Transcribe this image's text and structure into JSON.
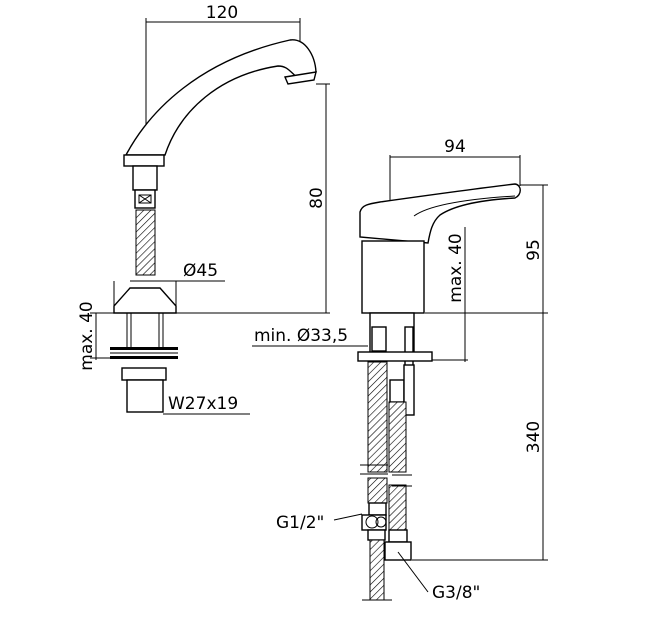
{
  "left_view": {
    "dim_spout_reach": "120",
    "dim_spout_height": "80",
    "dim_base_diameter": "Ø45",
    "dim_max_thickness": "max. 40",
    "dim_thread": "W27x19"
  },
  "right_view": {
    "dim_lever_length": "94",
    "dim_body_height": "95",
    "dim_max_thickness": "max. 40",
    "dim_min_hole": "min. Ø33,5",
    "dim_hose_length": "340",
    "label_inlet_thread": "G1/2\"",
    "label_hose_thread": "G3/8\""
  }
}
